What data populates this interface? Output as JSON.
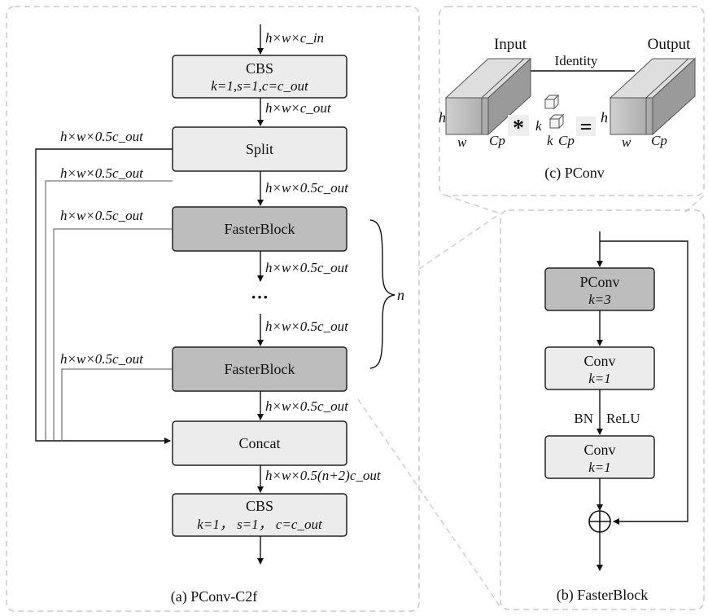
{
  "panel_a": {
    "caption": "(a) PConv-C2f",
    "cbs1": {
      "title": "CBS",
      "params": "k=1,s=1,c=c_out"
    },
    "split": "Split",
    "fasterblock1": "FasterBlock",
    "ellipsis": "···",
    "fasterblock2": "FasterBlock",
    "concat": "Concat",
    "cbs2": {
      "title": "CBS",
      "params": "k=1， s=1， c=c_out"
    },
    "brace_label": "n",
    "labels": {
      "input": "h×w×c_in",
      "after_cbs1": "h×w×c_out",
      "split_left": "h×w×0.5c_out",
      "split_down": "h×w×0.5c_out",
      "branch2": "h×w×0.5c_out",
      "branch3": "h×w×0.5c_out",
      "after_fb1": "h×w×0.5c_out",
      "after_dots": "h×w×0.5c_out",
      "branch4": "h×w×0.5c_out",
      "after_fb2": "h×w×0.5c_out",
      "after_concat": "h×w×0.5(n+2)c_out"
    }
  },
  "panel_b": {
    "caption": "(b) FasterBlock",
    "pconv": {
      "title": "PConv",
      "params": "k=3"
    },
    "conv1": {
      "title": "Conv",
      "params": "k=1"
    },
    "bn": "BN",
    "relu": "ReLU",
    "conv2": {
      "title": "Conv",
      "params": "k=1"
    },
    "add_symbol": "⊕"
  },
  "panel_c": {
    "caption": "(c) PConv",
    "input": "Input",
    "output": "Output",
    "identity": "Identity",
    "h": "h",
    "w": "w",
    "cp": "Cp",
    "k": "k",
    "star": "*",
    "equals": "="
  },
  "colors": {
    "light_box": "#ececec",
    "dark_box": "#bdbdbd",
    "panel_border": "#c8c8c8"
  }
}
